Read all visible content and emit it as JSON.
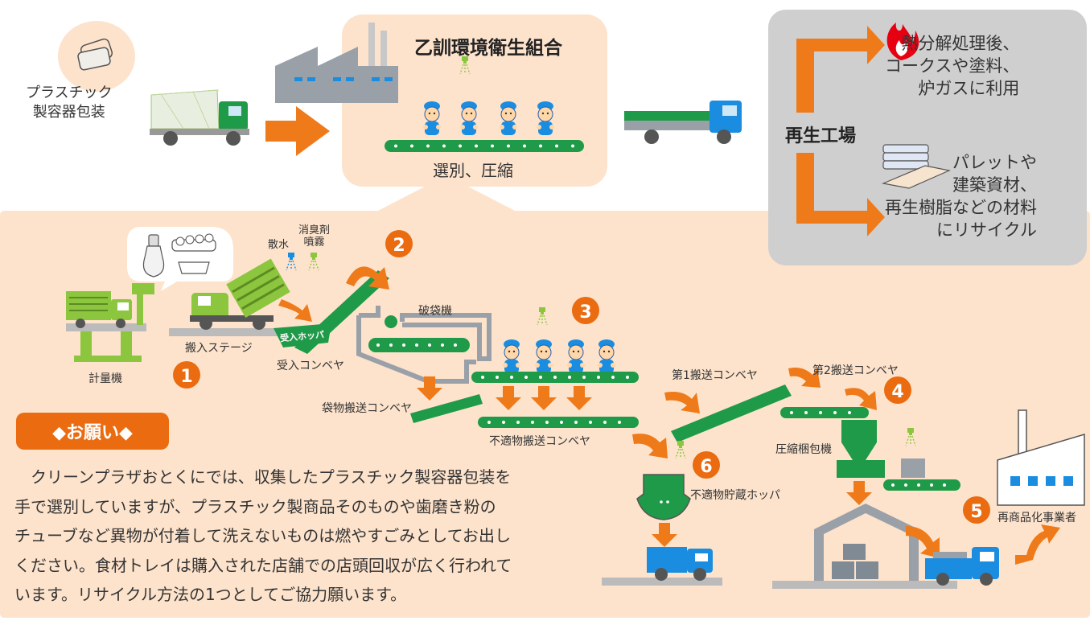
{
  "colors": {
    "panel": "#fde3cc",
    "orange": "#ef7a1a",
    "green": "#8cc63e",
    "conveyor": "#1f9a48",
    "truck_blue": "#1b8de0",
    "gray_panel": "#cfcfcf",
    "badge": "#ea6b10"
  },
  "top": {
    "source_label": "プラスチック\n製容器包装",
    "union_name": "乙訓環境衛生組合",
    "union_process": "選別、圧縮",
    "recycle_plant": "再生工場",
    "output_1": "熱分解処理後、\nコークスや塗料、\n炉ガスに利用",
    "output_2": "パレットや\n建築資材、\n再生樹脂などの材料\nにリサイクル"
  },
  "process": {
    "scale": "計量機",
    "stage": "搬入ステージ",
    "spray_water": "散水",
    "spray_deodorant": "消臭剤\n噴霧",
    "hopper_tag": "受入ホッパ",
    "receiving_conveyor": "受入コンベヤ",
    "bag_breaker": "破袋機",
    "bag_conveyor": "袋物搬送コンベヤ",
    "unsuitable_conveyor": "不適物搬送コンベヤ",
    "conveyor_1": "第1搬送コンベヤ",
    "conveyor_2": "第2搬送コンベヤ",
    "baler": "圧縮梱包機",
    "unsuitable_hopper": "不適物貯蔵ホッパ",
    "recycler": "再商品化事業者",
    "steps": [
      "1",
      "2",
      "3",
      "4",
      "5",
      "6"
    ]
  },
  "notice": {
    "title": "◆お願い◆",
    "body": "　クリーンプラザおとくにでは、収集したプラスチック製容器包装を\n手で選別していますが、プラスチック製商品そのものや歯磨き粉の\nチューブなど異物が付着して洗えないものは燃やすごみとしてお出し\nください。食材トレイは購入された店舗での店頭回収が広く行われて\nいます。リサイクル方法の1つとしてご協力願います。"
  }
}
